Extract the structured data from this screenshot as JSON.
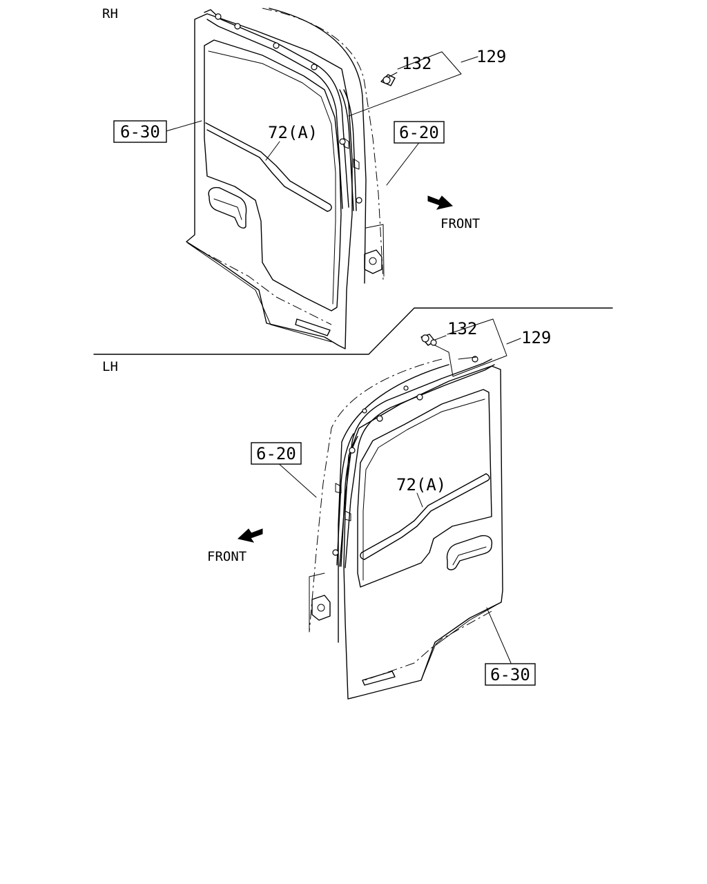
{
  "sections": {
    "rh": {
      "label": "RH",
      "callouts": {
        "ref_6_30": "6-30",
        "ref_6_20": "6-20",
        "part_72a": "72(A)",
        "part_132": "132",
        "part_129": "129",
        "front": "FRONT"
      }
    },
    "lh": {
      "label": "LH",
      "callouts": {
        "ref_6_30": "6-30",
        "ref_6_20": "6-20",
        "part_72a": "72(A)",
        "part_132": "132",
        "part_129": "129",
        "front": "FRONT"
      }
    }
  }
}
